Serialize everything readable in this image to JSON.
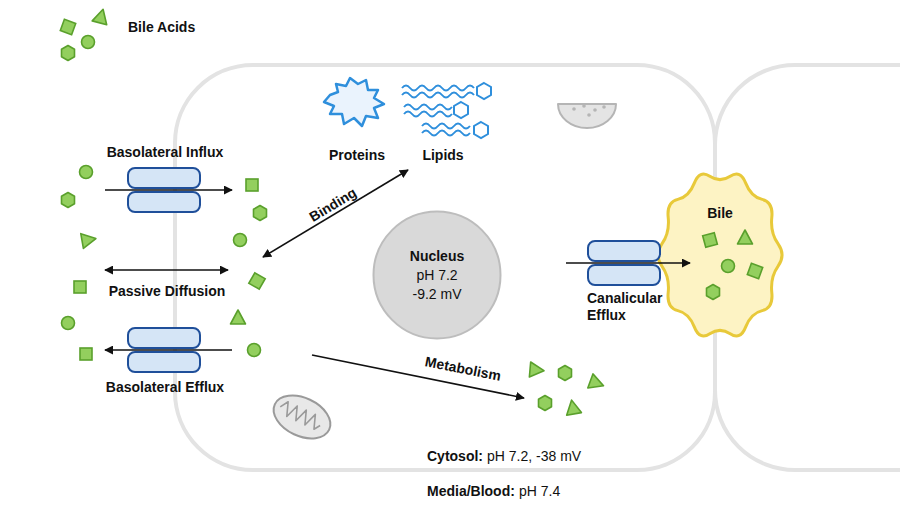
{
  "diagram": {
    "nodes": [
      {
        "text": [
          "Nucleus",
          "pH 7.2 -9.2 mV"
        ]
      },
      {
        "text": [
          "Bile"
        ]
      }
    ],
    "labels": [
      "Proteins",
      "Lipids",
      "Basolateral Influx",
      "Binding",
      "Passive Diffusion",
      "Basolateral Efflux",
      "Canalicular Efflux",
      "Metabolism",
      "Cytosol:",
      "pH 7.2, -38 mV",
      "Media/Blood:",
      "pH 7.4"
    ],
    "legend": [
      {
        "text": "Bile Acids"
      }
    ]
  }
}
